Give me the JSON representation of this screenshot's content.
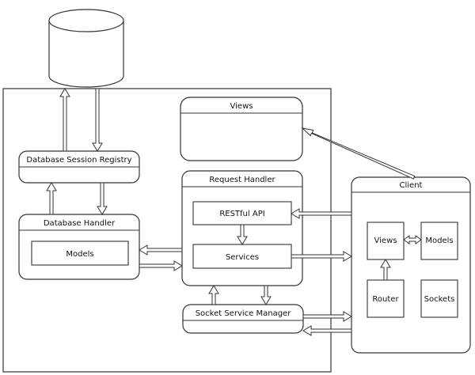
{
  "colors": {
    "stroke": "#333333",
    "fill": "#ffffff",
    "text": "#111111"
  },
  "labels": {
    "views_top": "Views",
    "db_session_registry": "Database Session Registry",
    "request_handler": "Request Handler",
    "client": "Client",
    "database_handler": "Database Handler",
    "restful_api": "RESTful API",
    "models_db": "Models",
    "services": "Services",
    "client_views": "Views",
    "client_models": "Models",
    "router": "Router",
    "sockets": "Sockets",
    "socket_service_manager": "Socket Service Manager"
  }
}
